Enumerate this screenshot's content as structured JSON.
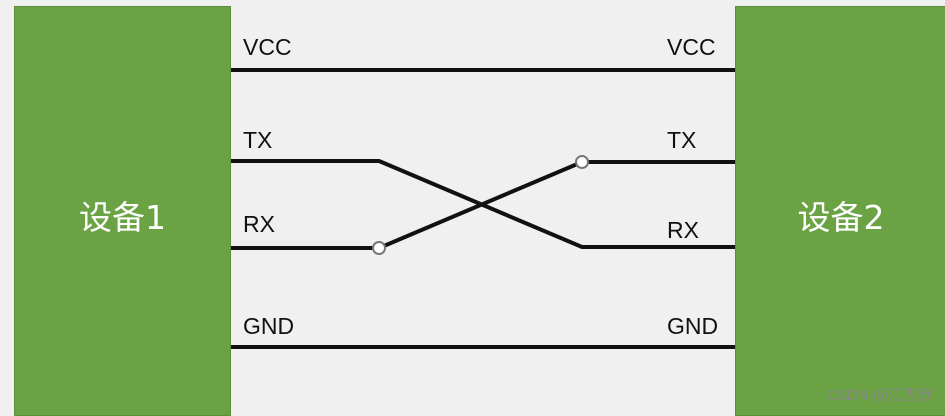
{
  "devices": {
    "left": {
      "label": "设备1",
      "color": "#6aa244"
    },
    "right": {
      "label": "设备2",
      "color": "#6aa244"
    }
  },
  "pins": {
    "vcc": "VCC",
    "tx": "TX",
    "rx": "RX",
    "gnd": "GND"
  },
  "watermark": "CSDN @江志欣",
  "colors": {
    "background": "#f0f0f0",
    "wire": "#111111",
    "node": "#ffffff"
  }
}
